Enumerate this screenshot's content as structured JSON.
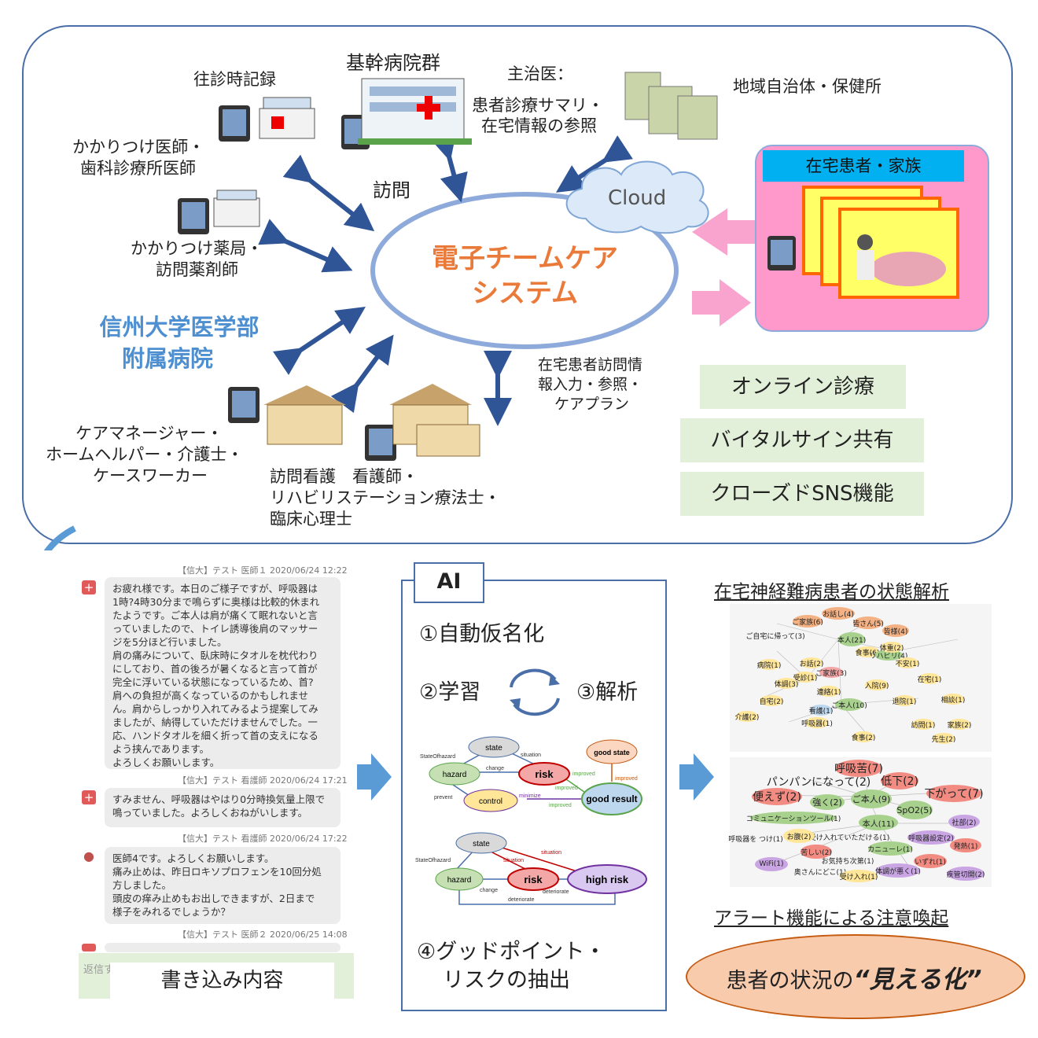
{
  "top": {
    "record_label": "往診時記録",
    "hospital_group": "基幹病院群",
    "attending_title": "主治医：",
    "attending_lines": [
      "患者診療サマリ・",
      "在宅情報の参照"
    ],
    "municipality": "地域自治体・保健所",
    "family_doctor_lines": [
      "かかりつけ医師・",
      "歯科診療所医師"
    ],
    "visit": "訪問",
    "cloud": "Cloud",
    "pharmacy_lines": [
      "かかりつけ薬局・",
      "訪問薬剤師"
    ],
    "center_title_lines": [
      "電子チームケア",
      "システム"
    ],
    "university_lines": [
      "信州大学医学部",
      "附属病院"
    ],
    "home_info_lines": [
      "在宅患者訪問情",
      "報入力・参照・",
      "ケアプラン"
    ],
    "care_lines": [
      "ケアマネージャー・",
      "ホームヘルパー・介護士・",
      "ケースワーカー"
    ],
    "nurse_lines": [
      "訪問看護　看護師・",
      "リハビリステーション療法士・",
      "臨床心理士"
    ],
    "home_patient": "在宅患者・家族",
    "features": [
      "オンライン診療",
      "バイタルサイン共有",
      "クローズドSNS機能"
    ]
  },
  "chat": {
    "messages": [
      {
        "meta": "【信大】テスト 医師１ 2020/06/24 12:22",
        "text": "お疲れ様です。本日のご様子ですが、呼吸器は\n1時?4時30分まで鳴らずに奥様は比較的休まれ\nたようです。ご本人は肩が痛くて眠れないと言\nっていましたので、トイレ誘導後肩のマッサー\nジを5分ほど行いました。\n肩の痛みについて、臥床時にタオルを枕代わり\nにしており、首の後ろが暑くなると言って首が\n完全に浮いている状態になっているため、首?\n肩への負担が高くなっているのかもしれませ\nん。肩からしっかり入れてみるよう提案してみ\nましたが、納得していただけませんでした。一\n応、ハンドタオルを細く折って首の支えになる\nよう挟んであります。\nよろしくお願いします。"
      },
      {
        "meta": "【信大】テスト 看護師 2020/06/24 17:21",
        "text": "すみません、呼吸器はやはり0分時換気量上限で\n鳴っていました。よろしくおねがいします。"
      },
      {
        "meta": "【信大】テスト 看護師 2020/06/24 17:22",
        "text": "医師4です。よろしくお願いします。\n痛み止めは、昨日ロキソプロフェンを10回分処\n方しました。\n頭皮の痒み止めもお出しできますが、2日まで\n様子をみれるでしょうか？"
      },
      {
        "meta": "【信大】テスト 医師２ 2020/06/25 14:08",
        "text": ""
      }
    ],
    "reply_placeholder": "返信す",
    "caption": "書き込み内容"
  },
  "ai": {
    "title": "AI",
    "step1": "①自動仮名化",
    "step2": "②学習",
    "step3": "③解析",
    "step4_lines": [
      "④グッドポイント・",
      "リスクの抽出"
    ],
    "diagram1": {
      "state": "state",
      "hazard": "hazard",
      "risk": "risk",
      "control": "control",
      "good_state": "good state",
      "good_result": "good result",
      "edge_labels": [
        "StateOfhazard",
        "situation",
        "change",
        "improved",
        "improved",
        "prevent",
        "minimize",
        "improved",
        "improved"
      ]
    },
    "diagram2": {
      "state": "state",
      "hazard": "hazard",
      "risk": "risk",
      "high_risk": "high risk",
      "edge_labels": [
        "StateOfhazard",
        "situation",
        "situation",
        "change",
        "deteriorate",
        "deteriorate"
      ]
    }
  },
  "right": {
    "analysis_title": "在宅神経難病患者の状態解析",
    "net1_nodes": [
      "お話し(4)",
      "ご家族(6)",
      "皆さん(5)",
      "皆様(4)",
      "ご自宅に帰って(3)",
      "本人(21)",
      "食事(6)",
      "リハビリ(4)",
      "入院(9)",
      "ご本人(10)",
      "ご家族(3)",
      "お話(2)",
      "受診(1)",
      "連絡(1)",
      "自宅(2)",
      "看護(1)",
      "先生(2)",
      "食事(2)",
      "体重(2)",
      "在宅(1)",
      "退院(1)",
      "訪問(1)",
      "家族(2)",
      "呼吸器(1)",
      "体調(3)",
      "相談(1)",
      "介護(2)",
      "病院(1)",
      "不安(1)"
    ],
    "net2_nodes": [
      "呼吸苦(7)",
      "パンパンになって(2)",
      "低下(2)",
      "便えず(2)",
      "下がって(7)",
      "ご本人(9)",
      "強く(2)",
      "SpO2(5)",
      "コミュニケーションツール(1)",
      "本人(11)",
      "社部(2)",
      "受け入れていただける(1)",
      "呼吸器設定(2)",
      "お腹(2)",
      "呼吸器を つけ(1)",
      "発熱(1)",
      "苦しい(2)",
      "カニューレ(1)",
      "WiFi(1)",
      "お気持ち次第(1)",
      "いずれ(1)",
      "奥さんにどこ(1)",
      "体調が悪く(1)",
      "受け入れ(1)",
      "疾管切開(2)"
    ],
    "alert_title": "アラート機能による注意喚起",
    "visual_prefix": "患者の状況の",
    "visual_emph": "“見える化”"
  },
  "colors": {
    "frame": "#4a6ea8",
    "arrow": "#2f5597",
    "center_text": "#ea7a3a",
    "university": "#4d8fd0",
    "feature_bg": "#e2efd9",
    "home_bg": "#ff99cc",
    "home_tag": "#00b0f0",
    "pill_fill": "#f8cbad",
    "pill_border": "#c55a11"
  }
}
